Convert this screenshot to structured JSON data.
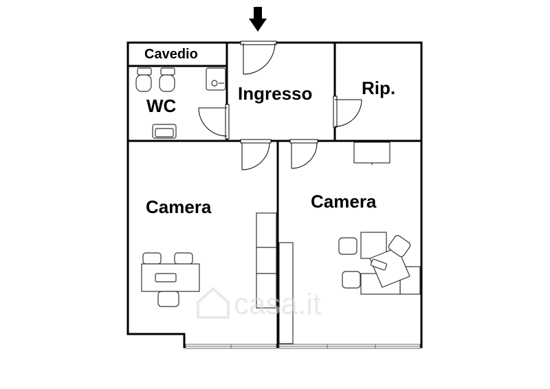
{
  "rooms": {
    "cavedio": "Cavedio",
    "wc": "WC",
    "ingresso": "Ingresso",
    "rip": "Rip.",
    "camera_left": "Camera",
    "camera_right": "Camera"
  },
  "entrance_icon": "down-arrow-icon",
  "watermark": {
    "text": "casa.it",
    "icon": "house-icon"
  },
  "colors": {
    "wall": "#000000",
    "fixture": "#333333",
    "watermark": "#d8d8d8"
  }
}
